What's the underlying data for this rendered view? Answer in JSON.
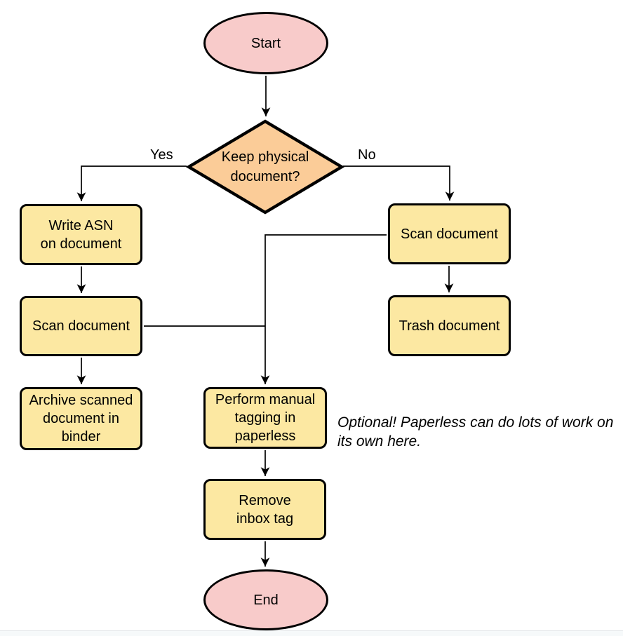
{
  "diagram": {
    "nodes": {
      "start": {
        "label": "Start",
        "type": "terminal"
      },
      "decision": {
        "label": "Keep physical\ndocument?",
        "type": "decision"
      },
      "write_asn": {
        "label": "Write ASN\non document",
        "type": "process"
      },
      "scan_left": {
        "label": "Scan document",
        "type": "process"
      },
      "archive": {
        "label": "Archive scanned\ndocument in\nbinder",
        "type": "process"
      },
      "scan_right": {
        "label": "Scan document",
        "type": "process"
      },
      "trash": {
        "label": "Trash document",
        "type": "process"
      },
      "tagging": {
        "label": "Perform manual\ntagging in\npaperless",
        "type": "process"
      },
      "remove_tag": {
        "label": "Remove\ninbox tag",
        "type": "process"
      },
      "end": {
        "label": "End",
        "type": "terminal"
      }
    },
    "edge_labels": {
      "yes": "Yes",
      "no": "No"
    },
    "annotation": "Optional! Paperless can do lots of work on\nits own here."
  },
  "colors": {
    "terminal-fill": "#f8cbca",
    "decision-fill": "#fbcc98",
    "process-fill": "#fce8a2",
    "stroke": "#000000",
    "edge": "#000000"
  }
}
